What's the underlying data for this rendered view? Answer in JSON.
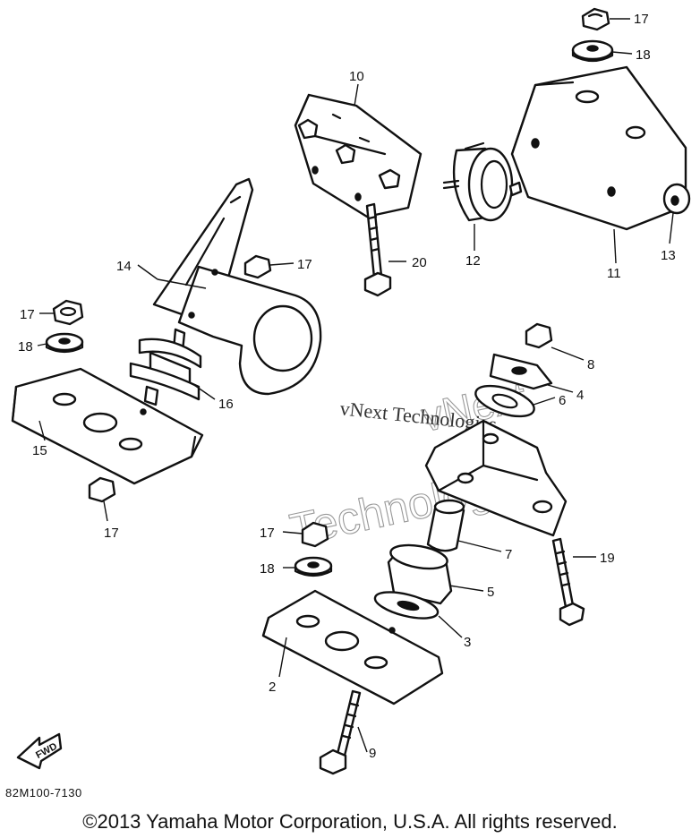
{
  "callouts": {
    "c1": "17",
    "c2": "18",
    "c3": "10",
    "c4": "12",
    "c5": "11",
    "c6": "13",
    "c7": "20",
    "c8": "14",
    "c9": "17",
    "c10": "17",
    "c11": "18",
    "c12": "16",
    "c13": "15",
    "c14": "17",
    "c15": "8",
    "c16": "4",
    "c17": "6",
    "c18": "7",
    "c19": "17",
    "c20": "18",
    "c21": "5",
    "c22": "3",
    "c23": "19",
    "c24": "2",
    "c25": "9"
  },
  "watermark": {
    "line1": "vNext",
    "line2": "Technologies",
    "line3": "vNext Technologies"
  },
  "fwd_label": "FWD",
  "diagram_code": "82M100-7130",
  "copyright": "©2013 Yamaha Motor Corporation, U.S.A. All rights reserved."
}
